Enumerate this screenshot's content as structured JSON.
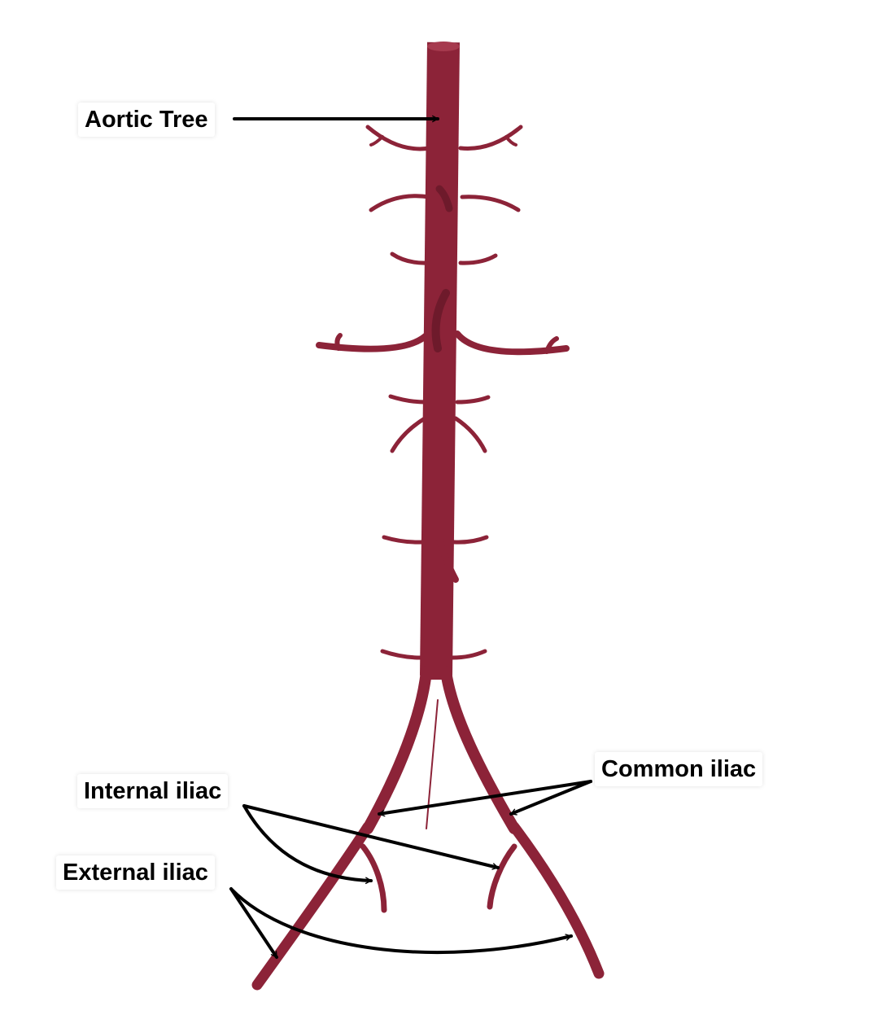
{
  "labels": {
    "aortic_tree": "Aortic Tree",
    "common_iliac": "Common iliac",
    "internal_iliac": "Internal iliac",
    "external_iliac": "External iliac"
  },
  "colors": {
    "vessel": "#8c2338",
    "vessel_dark": "#6e1a2b",
    "vessel_highlight": "#a63a4e",
    "arrow": "#000000",
    "background": "#ffffff"
  }
}
